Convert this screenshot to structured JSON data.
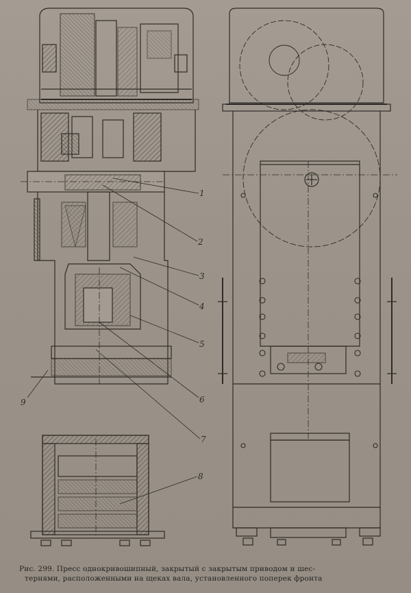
{
  "figure": {
    "caption_line1": "Рис. 299. Пресс однокривошипный, закрытый с закрытым приводом и шес-",
    "caption_line2": "тернями, расположенными на щеках вала, установленного поперек фронта"
  },
  "callouts": [
    "1",
    "2",
    "3",
    "4",
    "5",
    "6",
    "7",
    "8",
    "9"
  ],
  "colors": {
    "paper": "#a09890",
    "ink": "#2a2a2a",
    "hatch": "#55504a"
  }
}
